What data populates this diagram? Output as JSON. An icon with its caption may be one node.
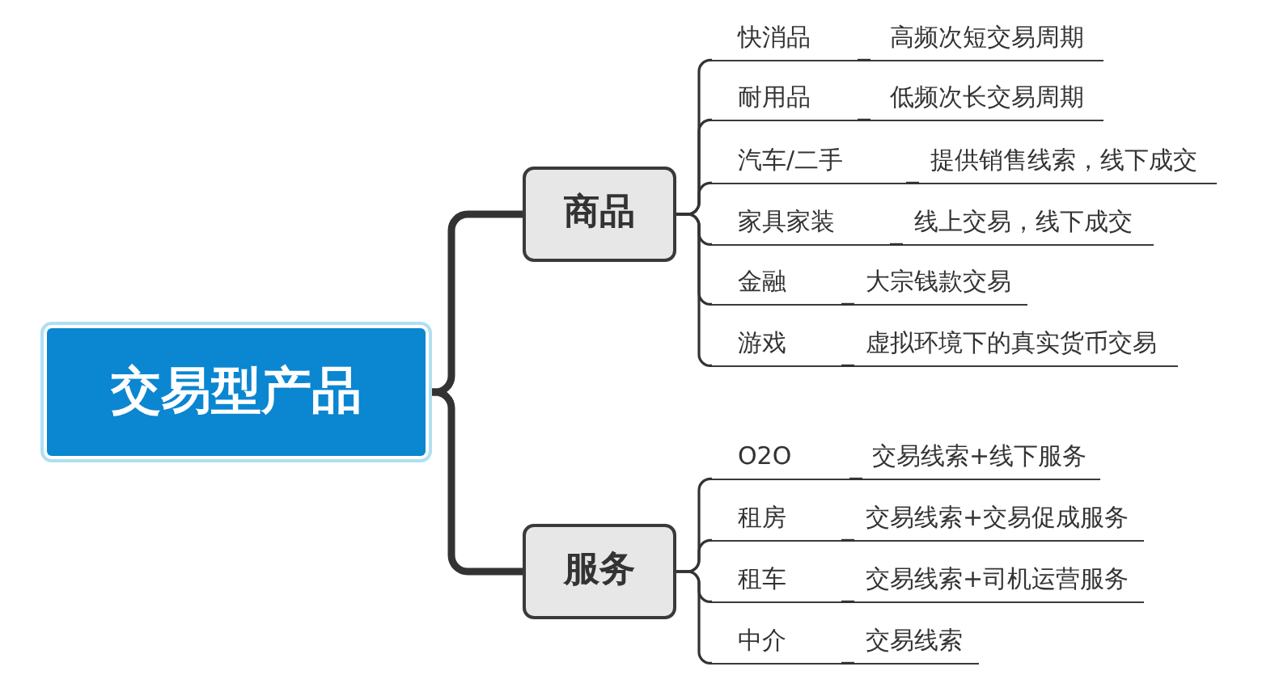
{
  "diagram": {
    "nodes": [
      {
        "text": [
          "交易型产品"
        ]
      },
      {
        "text": [
          "商品"
        ]
      },
      {
        "text": [
          "快消品"
        ]
      },
      {
        "text": [
          "高频次短交易周期"
        ]
      },
      {
        "text": [
          "耐用品"
        ]
      },
      {
        "text": [
          "低频次长交易周期"
        ]
      },
      {
        "text": [
          "汽车/二手"
        ]
      },
      {
        "text": [
          "提供销售线索，线下成交"
        ]
      },
      {
        "text": [
          "家具家装"
        ]
      },
      {
        "text": [
          "线上交易，线下成交"
        ]
      },
      {
        "text": [
          "金融"
        ]
      },
      {
        "text": [
          "大宗钱款交易"
        ]
      },
      {
        "text": [
          "游戏"
        ]
      },
      {
        "text": [
          "虚拟环境下的真实货币交易"
        ]
      },
      {
        "text": [
          "服务"
        ]
      },
      {
        "text": [
          "O2O"
        ]
      },
      {
        "text": [
          "交易线索+线下服务"
        ]
      },
      {
        "text": [
          "租房"
        ]
      },
      {
        "text": [
          "交易线索+交易促成服务"
        ]
      },
      {
        "text": [
          "租车"
        ]
      },
      {
        "text": [
          "交易线索+司机运营服务"
        ]
      },
      {
        "text": [
          "中介"
        ]
      },
      {
        "text": [
          "交易线索"
        ]
      }
    ],
    "edges": [
      {
        "from": 0,
        "to": 1,
        "arrow": "none",
        "style": "thick"
      },
      {
        "from": 0,
        "to": 14,
        "arrow": "none",
        "style": "thick"
      },
      {
        "from": 1,
        "to": 2,
        "arrow": "none"
      },
      {
        "from": 1,
        "to": 4,
        "arrow": "none"
      },
      {
        "from": 1,
        "to": 6,
        "arrow": "none"
      },
      {
        "from": 1,
        "to": 8,
        "arrow": "none"
      },
      {
        "from": 1,
        "to": 10,
        "arrow": "none"
      },
      {
        "from": 1,
        "to": 12,
        "arrow": "none"
      },
      {
        "from": 2,
        "to": 3,
        "arrow": "none"
      },
      {
        "from": 4,
        "to": 5,
        "arrow": "none"
      },
      {
        "from": 6,
        "to": 7,
        "arrow": "none"
      },
      {
        "from": 8,
        "to": 9,
        "arrow": "none"
      },
      {
        "from": 10,
        "to": 11,
        "arrow": "none"
      },
      {
        "from": 12,
        "to": 13,
        "arrow": "none"
      },
      {
        "from": 14,
        "to": 15,
        "arrow": "none"
      },
      {
        "from": 14,
        "to": 17,
        "arrow": "none"
      },
      {
        "from": 14,
        "to": 19,
        "arrow": "none"
      },
      {
        "from": 14,
        "to": 21,
        "arrow": "none"
      },
      {
        "from": 15,
        "to": 16,
        "arrow": "none"
      },
      {
        "from": 17,
        "to": 18,
        "arrow": "none"
      },
      {
        "from": 19,
        "to": 20,
        "arrow": "none"
      },
      {
        "from": 21,
        "to": 22,
        "arrow": "none"
      }
    ]
  }
}
